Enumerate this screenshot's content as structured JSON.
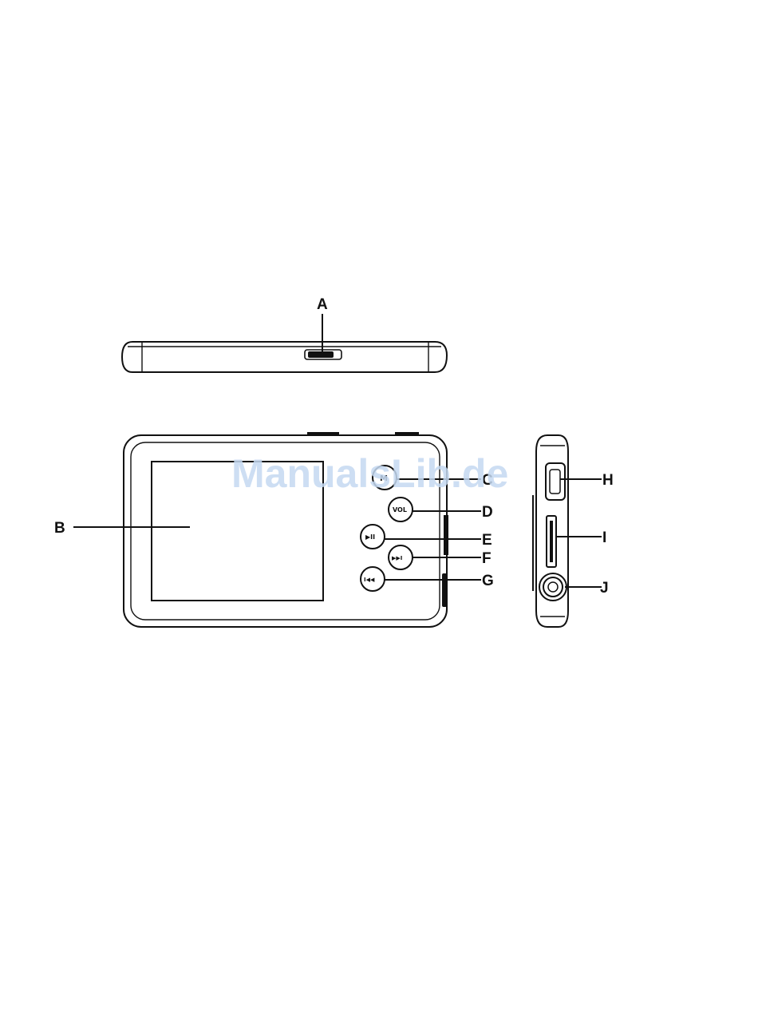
{
  "watermark": "ManualsLib.de",
  "callouts": {
    "A": "A",
    "B": "B",
    "C": "C",
    "D": "D",
    "E": "E",
    "F": "F",
    "G": "G",
    "H": "H",
    "I": "I",
    "J": "J"
  },
  "buttons": {
    "vol": "VOL",
    "play_pause": "▶II",
    "next": "▶▶I",
    "prev": "I◀◀",
    "menu": "M"
  },
  "colors": {
    "line": "#111111",
    "watermark": "#c5d9f1",
    "background": "#ffffff"
  }
}
